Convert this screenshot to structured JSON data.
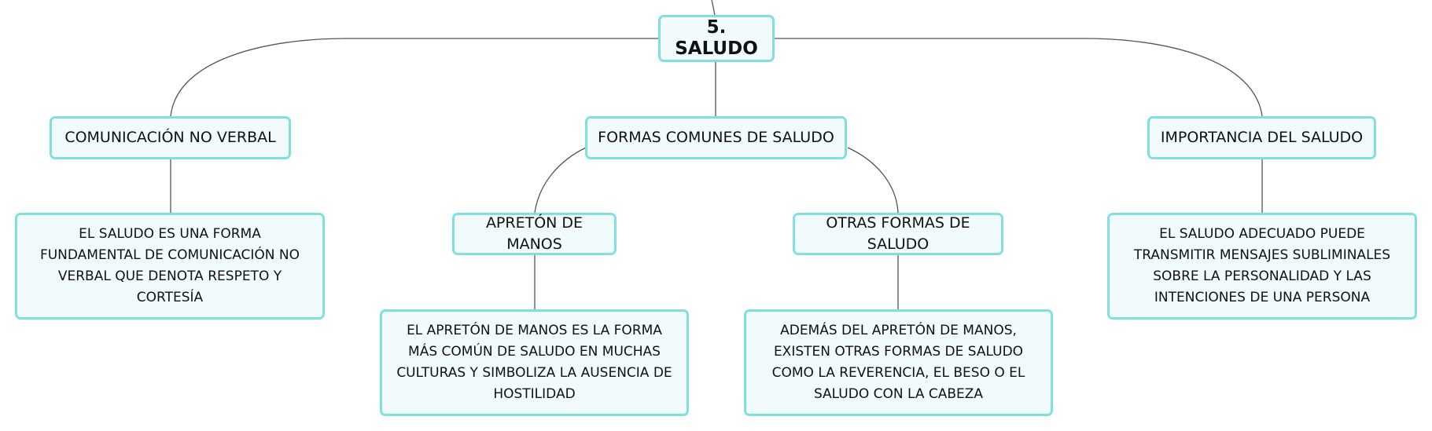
{
  "diagram": {
    "colors": {
      "node_border": "#80e0e0",
      "node_fill": "#f2fbfb",
      "connector": "#555555",
      "text": "#111111"
    },
    "root": {
      "label": "5. SALUDO"
    },
    "branches": [
      {
        "label": "COMUNICACIÓN NO VERBAL",
        "children": [
          {
            "label": "EL SALUDO ES UNA FORMA FUNDAMENTAL DE COMUNICACIÓN NO VERBAL QUE DENOTA RESPETO Y CORTESÍA"
          }
        ]
      },
      {
        "label": "FORMAS COMUNES DE SALUDO",
        "children": [
          {
            "label": "APRETÓN DE MANOS",
            "children": [
              {
                "label": "EL APRETÓN DE MANOS ES LA FORMA MÁS COMÚN DE SALUDO EN MUCHAS CULTURAS Y SIMBOLIZA LA AUSENCIA DE HOSTILIDAD"
              }
            ]
          },
          {
            "label": "OTRAS FORMAS DE SALUDO",
            "children": [
              {
                "label": "ADEMÁS DEL APRETÓN DE MANOS, EXISTEN OTRAS FORMAS DE SALUDO COMO LA REVERENCIA, EL BESO O EL SALUDO CON LA CABEZA"
              }
            ]
          }
        ]
      },
      {
        "label": "IMPORTANCIA DEL SALUDO",
        "children": [
          {
            "label": "EL SALUDO ADECUADO PUEDE TRANSMITIR MENSAJES SUBLIMINALES SOBRE LA PERSONALIDAD Y LAS INTENCIONES DE UNA PERSONA"
          }
        ]
      }
    ]
  }
}
